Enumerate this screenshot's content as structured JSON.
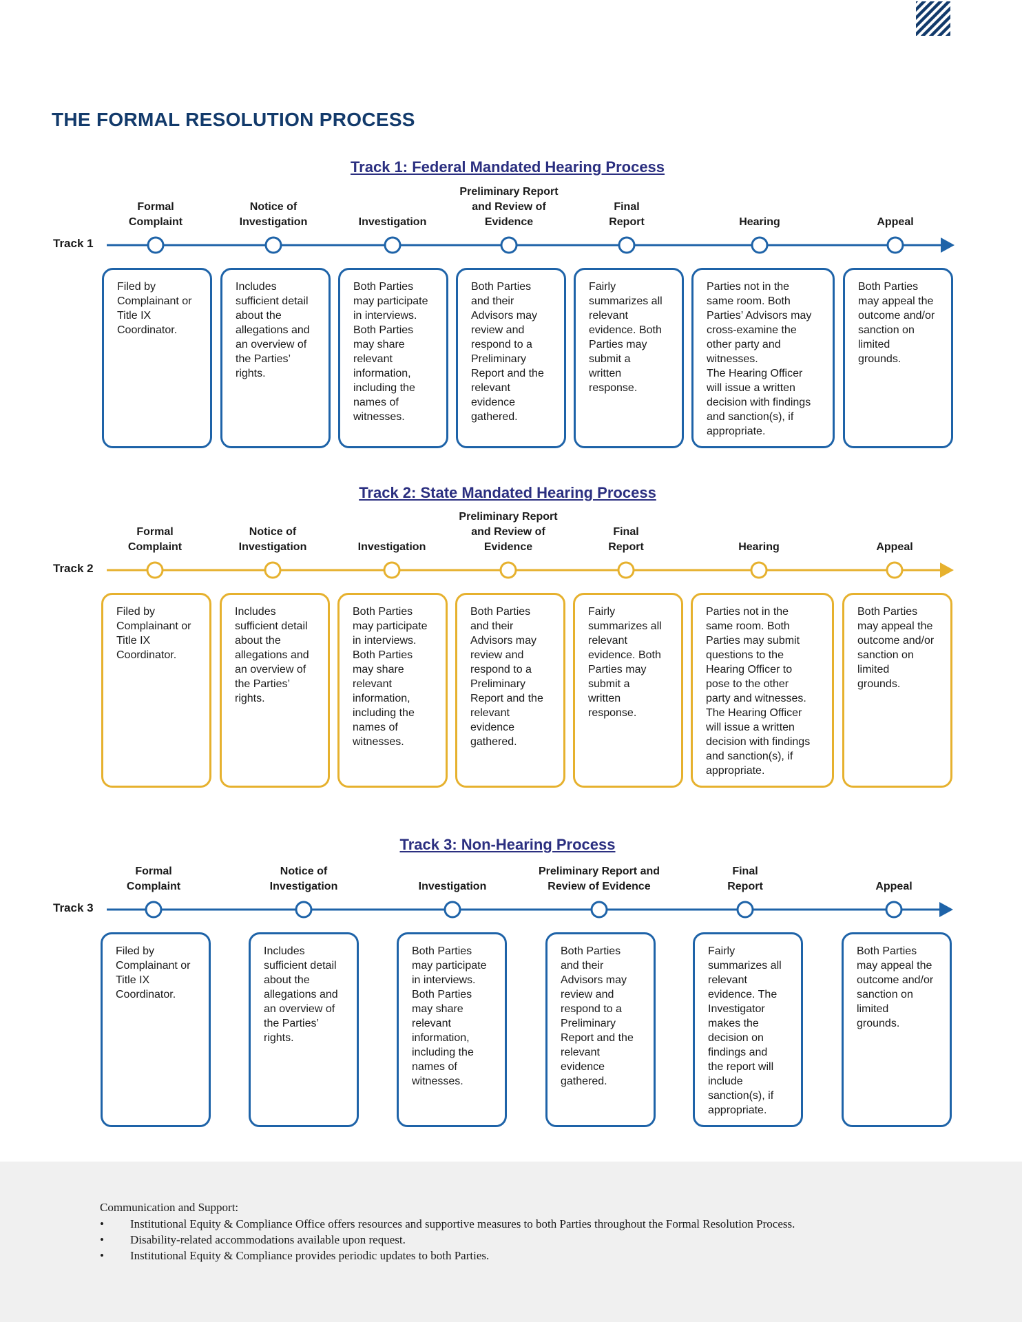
{
  "page": {
    "title": "THE FORMAL RESOLUTION PROCESS",
    "logo_icon": "diagonal-stripes-logo"
  },
  "colors": {
    "blue": "#1e63a8",
    "navy": "#123a6b",
    "gold": "#e6b12e",
    "track_title": "#2b2f80"
  },
  "tracks": [
    {
      "title": "Track 1: Federal Mandated Hearing Process",
      "label": "Track 1",
      "color": "blue",
      "stages": [
        {
          "label": "Formal\nComplaint",
          "text": "Filed by\nComplainant or\nTitle IX\nCoordinator."
        },
        {
          "label": "Notice of\nInvestigation",
          "text": "Includes\nsufficient detail\nabout the\nallegations and\nan overview of\nthe Parties’\nrights."
        },
        {
          "label": "Investigation",
          "text": "Both Parties\nmay participate\nin interviews.\nBoth Parties\nmay share\nrelevant\ninformation,\nincluding the\nnames of\nwitnesses."
        },
        {
          "label": "Preliminary Report\nand Review of\nEvidence",
          "text": "Both Parties\nand their\nAdvisors may\nreview and\nrespond to a\nPreliminary\nReport and the\nrelevant\nevidence\ngathered."
        },
        {
          "label": "Final\nReport",
          "text": "Fairly\nsummarizes all\nrelevant\nevidence. Both\nParties may\nsubmit a\nwritten\nresponse."
        },
        {
          "label": "Hearing",
          "text": "Parties not in the\nsame room. Both\nParties’ Advisors may\ncross-examine the\nother party and\nwitnesses.\nThe Hearing Officer\nwill issue a written\ndecision with findings\nand sanction(s), if\nappropriate."
        },
        {
          "label": "Appeal",
          "text": "Both Parties\nmay appeal the\noutcome and/or\nsanction on\nlimited\ngrounds."
        }
      ]
    },
    {
      "title": "Track 2: State Mandated Hearing Process",
      "label": "Track 2",
      "color": "gold",
      "stages": [
        {
          "label": "Formal\nComplaint",
          "text": "Filed by\nComplainant or\nTitle IX\nCoordinator."
        },
        {
          "label": "Notice of\nInvestigation",
          "text": "Includes\nsufficient detail\nabout the\nallegations and\nan overview of\nthe Parties’\nrights."
        },
        {
          "label": "Investigation",
          "text": "Both Parties\nmay participate\nin interviews.\nBoth Parties\nmay share\nrelevant\ninformation,\nincluding the\nnames of\nwitnesses."
        },
        {
          "label": "Preliminary Report\nand Review of\nEvidence",
          "text": "Both Parties\nand their\nAdvisors may\nreview and\nrespond to a\nPreliminary\nReport and the\nrelevant\nevidence\ngathered."
        },
        {
          "label": "Final\nReport",
          "text": "Fairly\nsummarizes all\nrelevant\nevidence. Both\nParties may\nsubmit a\nwritten\nresponse."
        },
        {
          "label": "Hearing",
          "text": "Parties not in the\nsame room. Both\nParties may submit\nquestions to the\nHearing Officer to\npose to the other\nparty and witnesses.\nThe Hearing Officer\nwill issue a written\ndecision with findings\nand sanction(s), if\nappropriate."
        },
        {
          "label": "Appeal",
          "text": "Both Parties\nmay appeal the\noutcome and/or\nsanction on\nlimited\ngrounds."
        }
      ]
    },
    {
      "title": "Track 3: Non-Hearing Process",
      "label": "Track 3",
      "color": "blue",
      "stages": [
        {
          "label": "Formal\nComplaint",
          "text": "Filed by\nComplainant or\nTitle IX\nCoordinator."
        },
        {
          "label": "Notice of\nInvestigation",
          "text": "Includes\nsufficient detail\nabout the\nallegations and\nan overview of\nthe Parties’\nrights."
        },
        {
          "label": "Investigation",
          "text": "Both Parties\nmay participate\nin interviews.\nBoth Parties\nmay share\nrelevant\ninformation,\nincluding the\nnames of\nwitnesses."
        },
        {
          "label": "Preliminary Report and\nReview of Evidence",
          "text": "Both Parties\nand their\nAdvisors may\nreview and\nrespond to a\nPreliminary\nReport and the\nrelevant\nevidence\ngathered."
        },
        {
          "label": "Final\nReport",
          "text": "Fairly\nsummarizes all\nrelevant\nevidence. The\nInvestigator\nmakes the\ndecision on\nfindings and\nthe report will\ninclude\nsanction(s), if\nappropriate."
        },
        {
          "label": "Appeal",
          "text": "Both Parties\nmay appeal the\noutcome and/or\nsanction on\nlimited\ngrounds."
        }
      ]
    }
  ],
  "footer": {
    "heading": "Communication and Support:",
    "bullet": "•",
    "items": [
      "Institutional Equity & Compliance Office offers resources and supportive measures to both Parties throughout the Formal Resolution Process.",
      "Disability-related accommodations available upon request.",
      "Institutional Equity & Compliance provides periodic updates to both Parties."
    ]
  }
}
